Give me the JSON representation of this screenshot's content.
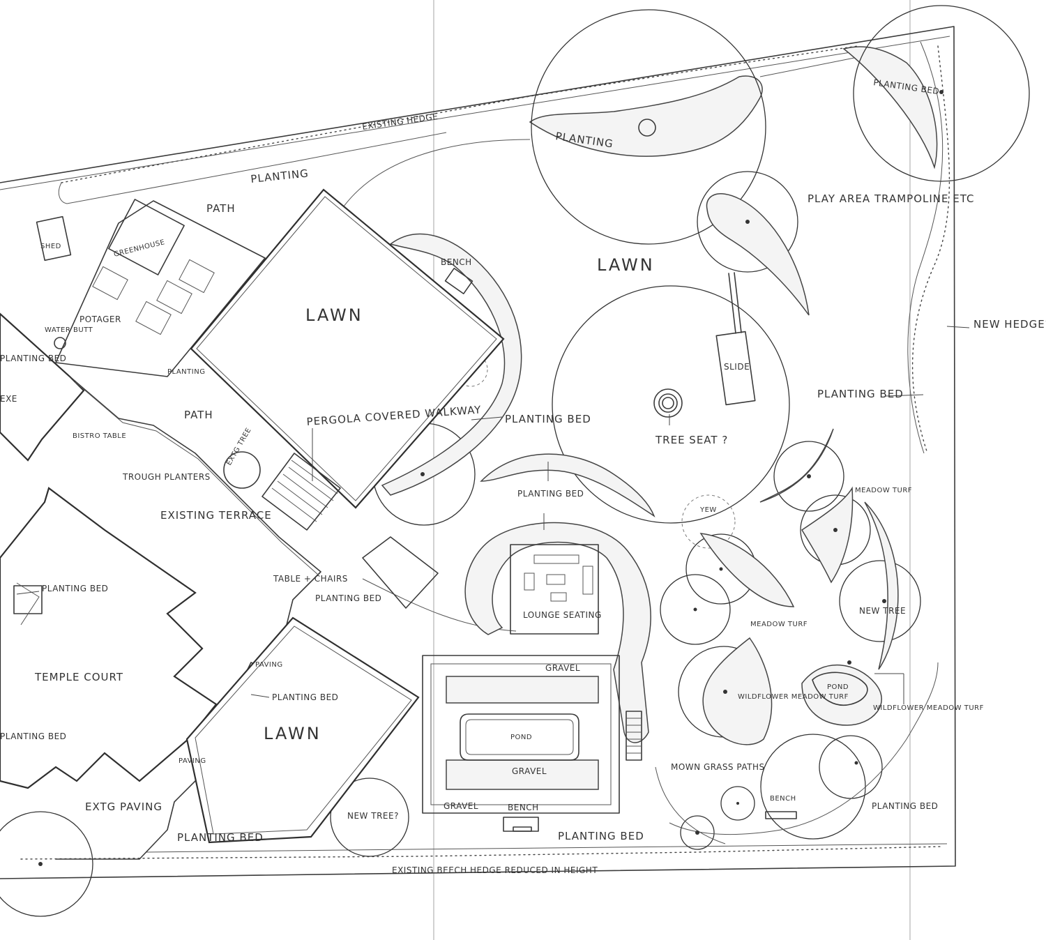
{
  "labels": {
    "existing_hedge": "EXISTING HEDGE",
    "planting_top_left": "PLANTING",
    "planting_top_mid": "PLANTING",
    "planting_bed_top_right": "PLANTING BED",
    "play_area": "PLAY AREA TRAMPOLINE ETC",
    "lawn_main": "LAWN",
    "lawn_square": "LAWN",
    "lawn_lower": "LAWN",
    "bench_top": "BENCH",
    "shed": "SHED",
    "greenhouse": "GREENHOUSE",
    "path_top": "PATH",
    "path_mid": "PATH",
    "potager": "POTAGER",
    "water_butt": "WATER BUTT",
    "planting_small": "PLANTING",
    "annexe_planting": "PLANTING BED",
    "annexe": "EXE",
    "bistro_table": "BISTRO TABLE",
    "trough_planters": "TROUGH PLANTERS",
    "pergola": "PERGOLA COVERED WALKWAY",
    "extg_tree": "EXTG TREE",
    "existing_terrace": "EXISTING TERRACE",
    "planting_bed_left_inner": "PLANTING BED",
    "table_chairs": "TABLE + CHAIRS",
    "planting_bed_centre_left": "PLANTING BED",
    "temple_court": "TEMPLE COURT",
    "planting_left_edge": "PLANTING BED",
    "paving_1": "PAVING",
    "paving_2": "PAVING",
    "planting_bed_lower_lawn": "PLANTING BED",
    "extg_paving": "EXTG PAVING",
    "planting_bed_bottom_left": "PLANTING BED",
    "planting_bed_mid": "PLANTING BED",
    "planting_bed_centre": "PLANTING BED",
    "lounge_seating": "LOUNGE SEATING",
    "gravel_top": "GRAVEL",
    "gravel_mid": "GRAVEL",
    "gravel_bottom": "GRAVEL",
    "pond_formal": "POND",
    "bench_bottom": "BENCH",
    "planting_bed_bottom": "PLANTING BED",
    "new_tree_left": "NEW TREE?",
    "slide": "SLIDE",
    "tree_seat": "TREE SEAT ?",
    "new_hedge": "NEW HEDGE?",
    "planting_bed_right": "PLANTING BED",
    "yew": "YEW",
    "meadow_turf_1": "MEADOW TURF",
    "meadow_turf_2": "MEADOW TURF",
    "new_tree_right": "NEW TREE",
    "wildflower_meadow_1": "WILDFLOWER MEADOW TURF",
    "pond_natural": "POND",
    "wildflower_meadow_2": "WILDFLOWER MEADOW TURF",
    "mown_grass_paths": "MOWN GRASS PATHS",
    "bench_right": "BENCH",
    "planting_bed_bottom_right": "PLANTING BED",
    "existing_beech_hedge": "EXISTING BEECH HEDGE REDUCED IN HEIGHT"
  }
}
